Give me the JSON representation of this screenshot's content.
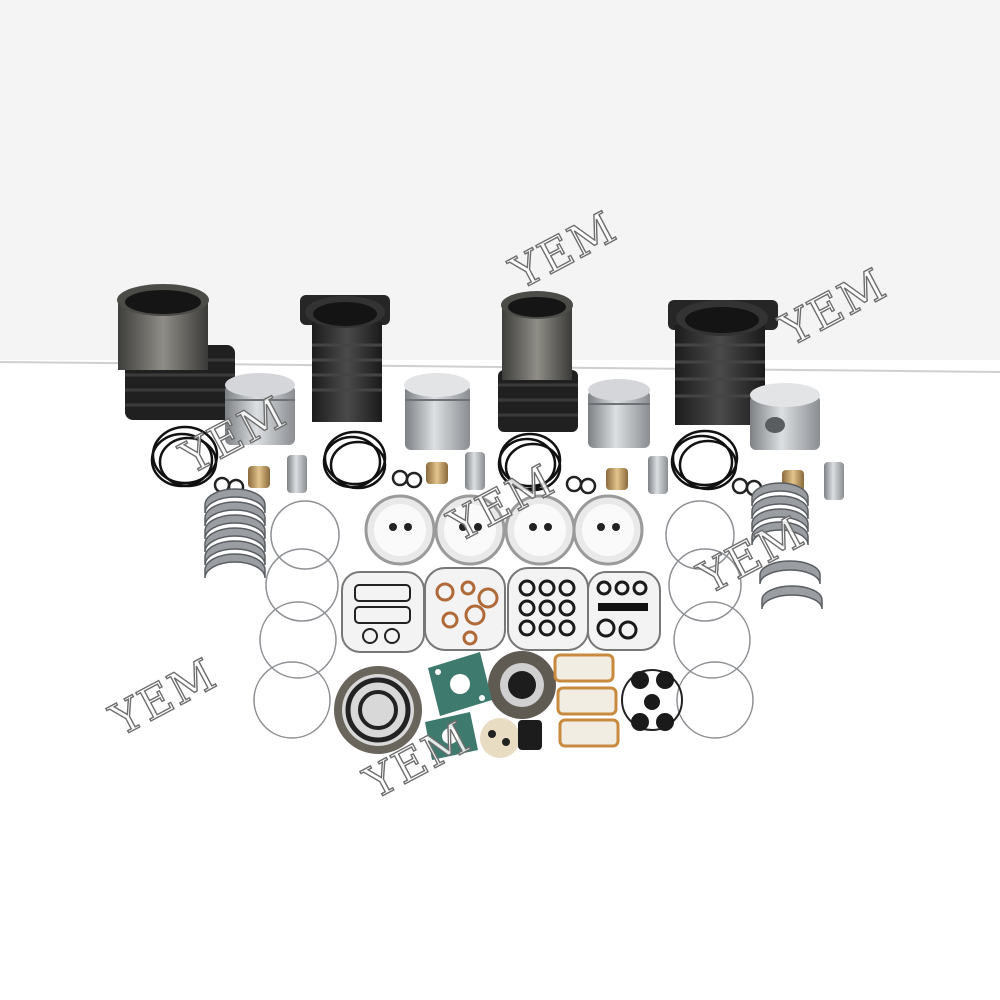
{
  "photo": {
    "subject": "engine overhaul kit: 4 cylinder liners, 4 pistons, piston rings, pins, clips, bushings, bearings, gasket sets and seals",
    "background_color": "#ffffff",
    "metal_color": "#b9bcbf",
    "liner_color": "#2a2a2a",
    "gasket_color": "#3f7a6e"
  },
  "watermarks": [
    "YEM",
    "YEM",
    "YEM",
    "YEM",
    "YEM",
    "YEM",
    "YEM"
  ]
}
